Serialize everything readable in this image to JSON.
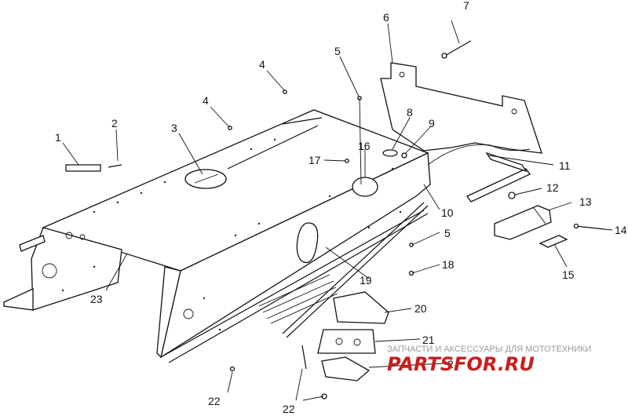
{
  "diagram": {
    "callouts": [
      "1",
      "2",
      "3",
      "4",
      "4",
      "5",
      "6",
      "7",
      "8",
      "9",
      "10",
      "11",
      "12",
      "13",
      "14",
      "15",
      "16",
      "17",
      "5",
      "18",
      "19",
      "20",
      "21",
      "2",
      "22",
      "22",
      "23"
    ]
  },
  "watermark": {
    "text": "ЗАПЧАСТИ И АКСЕССУАРЫ ДЛЯ МОТОТЕХНИКИ",
    "logo": "PARTSFOR.RU"
  },
  "colors": {
    "line": "#111111",
    "watermark_text": "#9a9a9a",
    "watermark_logo": "#c81e1e"
  }
}
